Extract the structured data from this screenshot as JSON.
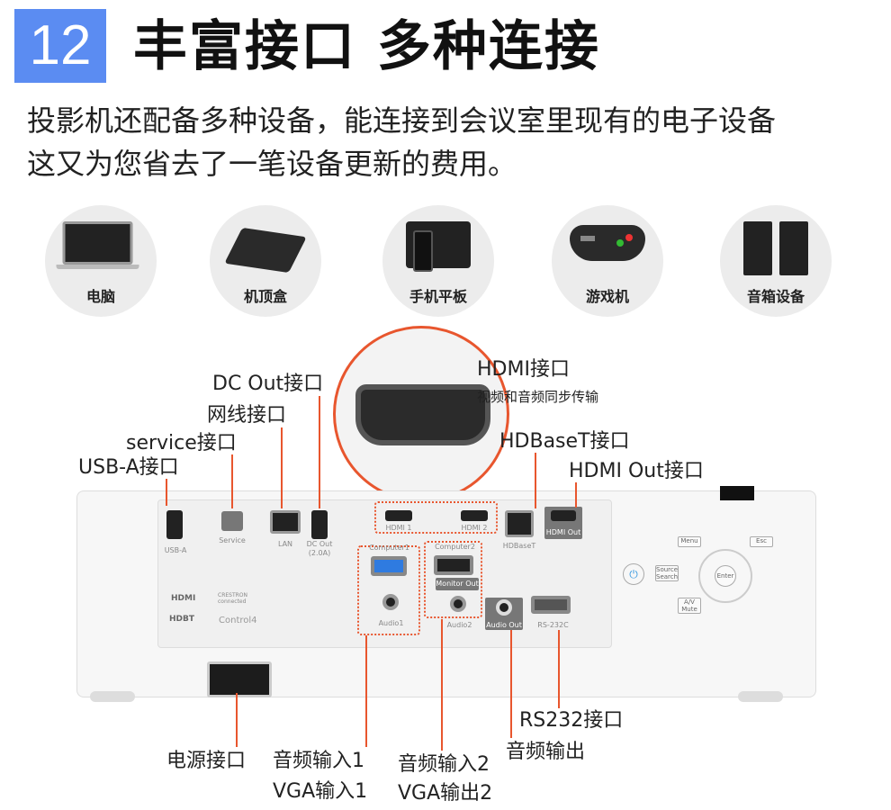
{
  "header": {
    "number": "12",
    "title": "丰富接口 多种连接"
  },
  "description": [
    "投影机还配备多种设备，能连接到会议室里现有的电子设备",
    "这又为您省去了一笔设备更新的费用。"
  ],
  "devices": [
    {
      "label": "电脑",
      "icon": "laptop-icon"
    },
    {
      "label": "机顶盒",
      "icon": "settop-box-icon"
    },
    {
      "label": "手机平板",
      "icon": "phone-tablet-icon"
    },
    {
      "label": "游戏机",
      "icon": "gamepad-icon"
    },
    {
      "label": "音箱设备",
      "icon": "speaker-icon"
    }
  ],
  "callouts": {
    "dc_out": "DC Out接口",
    "lan": "网线接口",
    "service": "service接口",
    "usb_a": "USB-A接口",
    "hdmi": "HDMI接口",
    "hdmi_sub": "视频和音频同步传输",
    "hdbaset": "HDBaseT接口",
    "hdmi_out": "HDMI Out接口",
    "rs232": "RS232接口",
    "audio_out": "音频输出",
    "power": "电源接口",
    "audio_in1": "音频输入1",
    "vga_in1": "VGA输入1",
    "audio_in2": "音频输入2",
    "vga_out2": "VGA输出2"
  },
  "panel_labels": {
    "usb_a": "USB-A",
    "service": "Service",
    "lan": "LAN",
    "dc_out": "DC Out",
    "dc_out_rating": "(2.0A)",
    "hdmi1": "HDMI 1",
    "hdmi2": "HDMI 2",
    "hdbaset": "HDBaseT",
    "hdmi_out": "HDMI Out",
    "computer1": "Computer1",
    "computer2": "Computer2",
    "monitor_out": "Monitor Out",
    "audio1": "Audio1",
    "audio2": "Audio2",
    "audio_out": "Audio Out",
    "rs232c": "RS-232C",
    "logo_hdmi": "HDMI",
    "logo_hdbt": "HDBT",
    "logo_crestron": "CRESTRON connected",
    "logo_control4": "Control4"
  },
  "controls": {
    "menu": "Menu",
    "esc": "Esc",
    "source": "Source Search",
    "enter": "Enter",
    "av_mute": "A/V Mute"
  },
  "colors": {
    "badge": "#5b8cf2",
    "callout_line": "#e8562e"
  }
}
